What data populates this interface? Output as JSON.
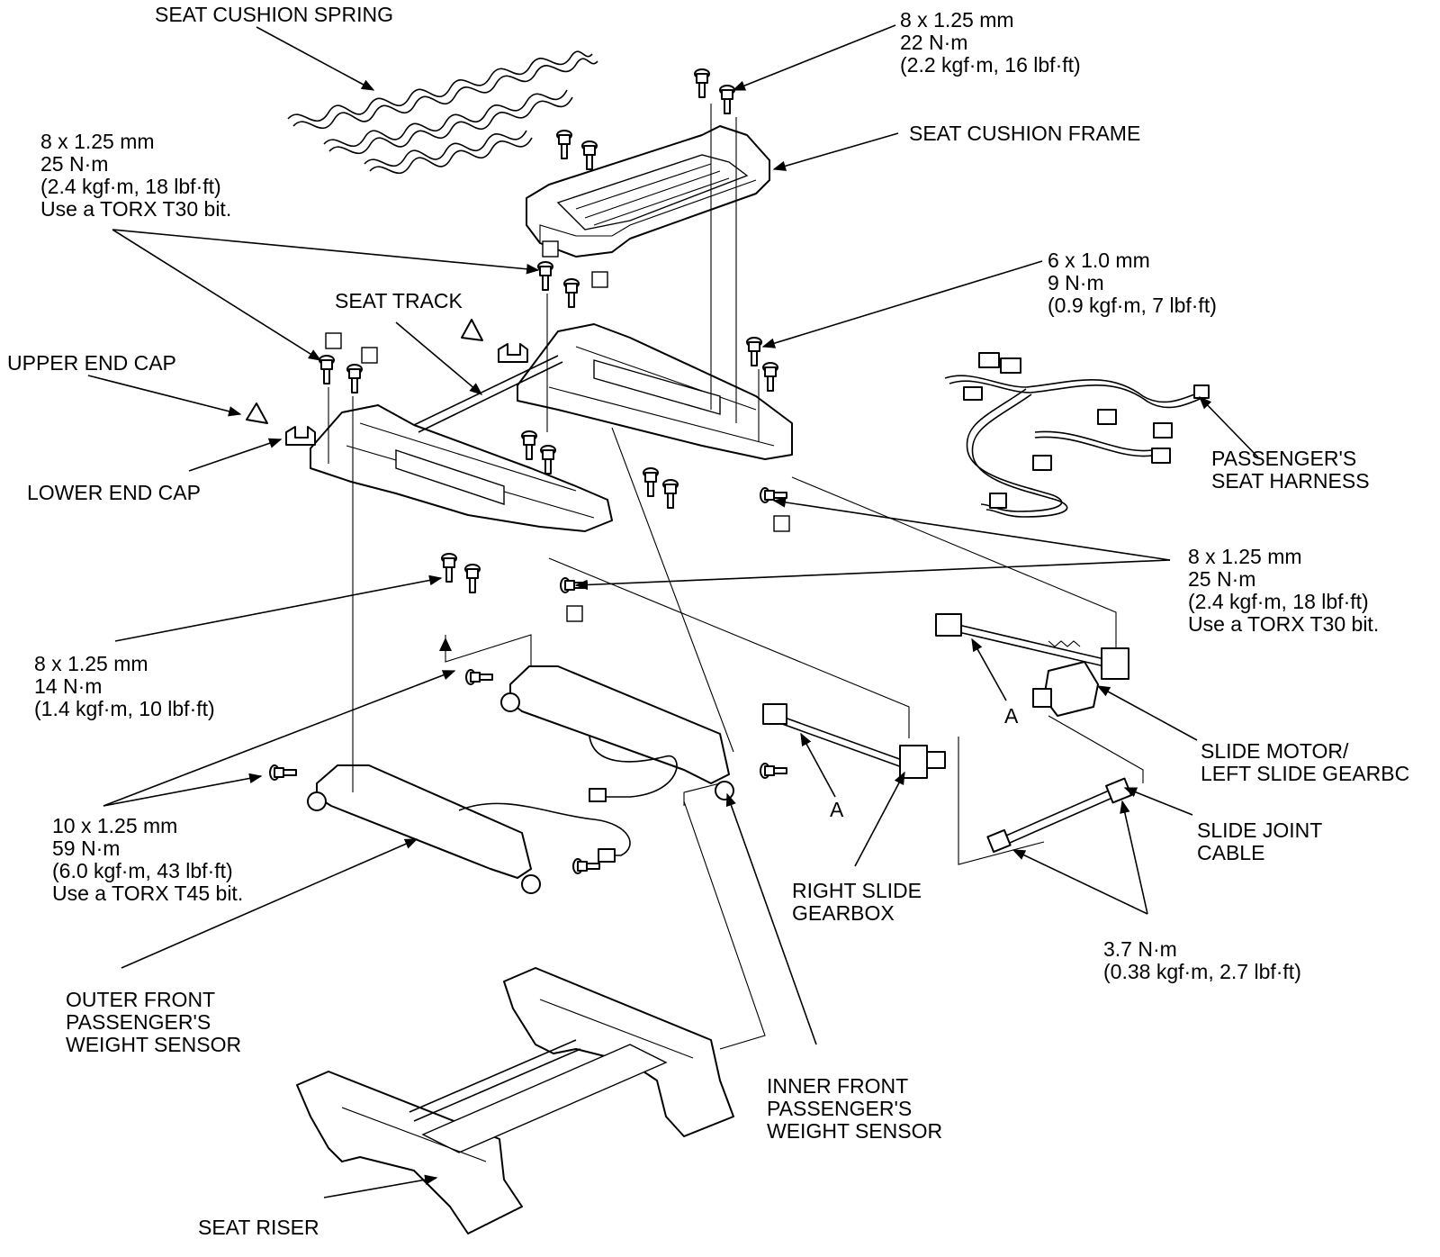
{
  "labels": {
    "seat_cushion_spring": "SEAT CUSHION SPRING",
    "spec_top_right": [
      "8 x 1.25 mm",
      "22 N·m",
      "(2.2 kgf·m, 16 lbf·ft)"
    ],
    "seat_cushion_frame": "SEAT CUSHION FRAME",
    "spec_top_left": [
      "8 x 1.25 mm",
      "25 N·m",
      "(2.4 kgf·m, 18 lbf·ft)",
      "Use a TORX T30 bit."
    ],
    "seat_track": "SEAT TRACK",
    "spec_6mm": [
      "6 x 1.0 mm",
      "9 N·m",
      "(0.9 kgf·m, 7 lbf·ft)"
    ],
    "upper_end_cap": "UPPER END CAP",
    "lower_end_cap": "LOWER END CAP",
    "passenger_seat_harness": [
      "PASSENGER'S",
      "SEAT HARNESS"
    ],
    "spec_mid_right": [
      "8 x 1.25 mm",
      "25 N·m",
      "(2.4 kgf·m, 18 lbf·ft)",
      "Use a TORX T30 bit."
    ],
    "spec_14nm": [
      "8 x 1.25 mm",
      "14 N·m",
      "(1.4 kgf·m, 10 lbf·ft)"
    ],
    "ref_a_left": "A",
    "ref_a_right": "A",
    "slide_motor": [
      "SLIDE MOTOR/",
      "LEFT SLIDE GEARBC"
    ],
    "slide_joint_cable": [
      "SLIDE JOINT",
      "CABLE"
    ],
    "spec_59nm": [
      "10 x 1.25 mm",
      "59 N·m",
      "(6.0 kgf·m, 43 lbf·ft)",
      "Use a TORX T45 bit."
    ],
    "right_slide_gearbox": [
      "RIGHT SLIDE",
      "GEARBOX"
    ],
    "spec_3_7nm": [
      "3.7 N·m",
      "(0.38 kgf·m, 2.7 lbf·ft)"
    ],
    "outer_weight_sensor": [
      "OUTER FRONT",
      "PASSENGER'S",
      "WEIGHT SENSOR"
    ],
    "inner_weight_sensor": [
      "INNER FRONT",
      "PASSENGER'S",
      "WEIGHT SENSOR"
    ],
    "seat_riser": "SEAT RISER"
  }
}
